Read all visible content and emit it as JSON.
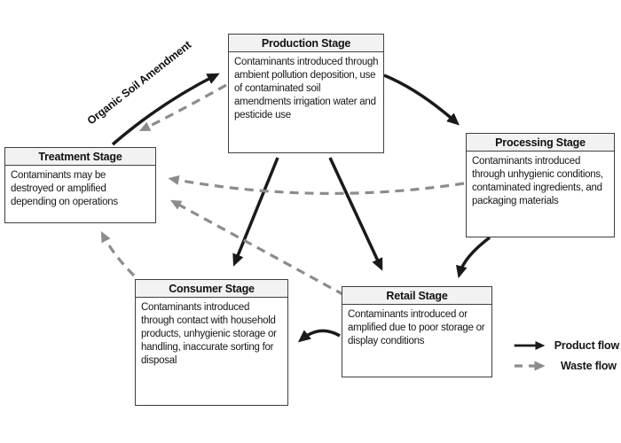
{
  "stages": {
    "production": {
      "title": "Production Stage",
      "body": "Contaminants introduced through ambient pollution deposition, use of contaminated soil amendments irrigation water and pesticide use"
    },
    "processing": {
      "title": "Processing Stage",
      "body": "Contaminants introduced through unhygienic conditions, contaminated ingredients, and packaging materials"
    },
    "treatment": {
      "title": "Treatment Stage",
      "body": "Contaminants may be destroyed or amplified depending on operations"
    },
    "consumer": {
      "title": "Consumer Stage",
      "body": "Contaminants introduced through contact with household products, unhygienic storage or handling, inaccurate sorting for disposal"
    },
    "retail": {
      "title": "Retail Stage",
      "body": "Contaminants introduced or amplified due to poor storage or display conditions"
    }
  },
  "annotations": {
    "organic_soil_amendment": "Organic Soil Amendment"
  },
  "legend": {
    "product_flow_label": "Product flow",
    "waste_flow_label": "Waste flow"
  },
  "flows": {
    "product": [
      {
        "from": "treatment",
        "to": "production",
        "label": "Organic Soil Amendment"
      },
      {
        "from": "production",
        "to": "processing"
      },
      {
        "from": "production",
        "to": "consumer"
      },
      {
        "from": "production",
        "to": "retail"
      },
      {
        "from": "processing",
        "to": "retail"
      },
      {
        "from": "retail",
        "to": "consumer"
      }
    ],
    "waste": [
      {
        "from": "production",
        "to": "treatment"
      },
      {
        "from": "processing",
        "to": "treatment"
      },
      {
        "from": "retail",
        "to": "treatment"
      },
      {
        "from": "consumer",
        "to": "treatment"
      }
    ]
  },
  "colors": {
    "product_flow": "#1a1a1a",
    "waste_flow": "#8c8c8c",
    "box_border": "#3f3f3f",
    "header_bg": "#f2f2f2",
    "background": "#ffffff"
  }
}
